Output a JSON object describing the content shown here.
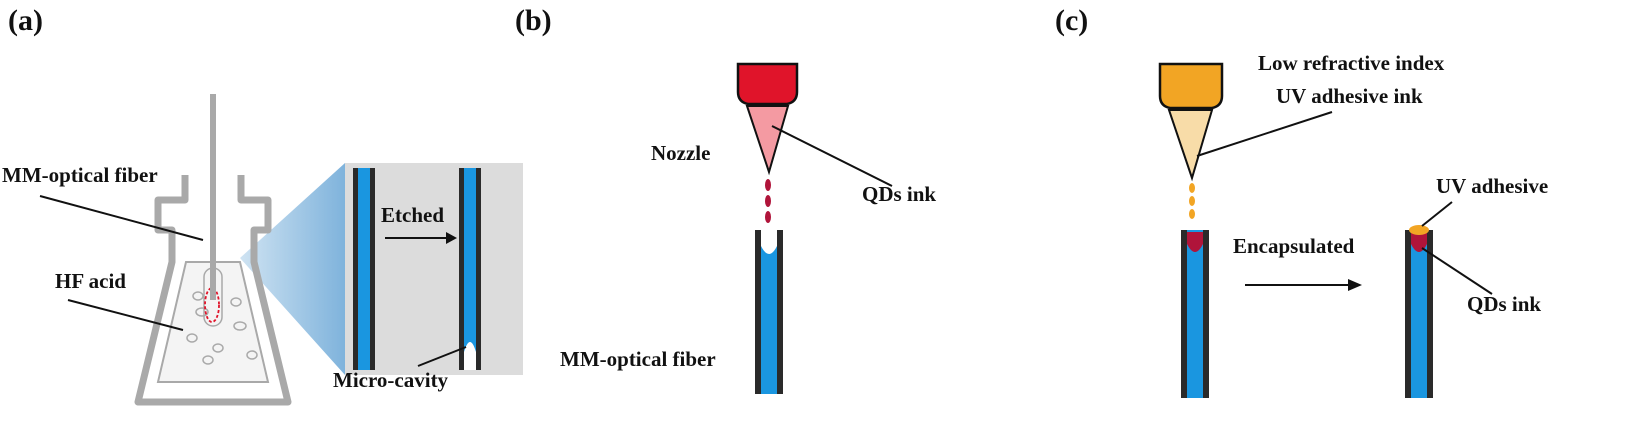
{
  "panel_a": {
    "tag": "(a)",
    "fiber_label": "MM-optical fiber",
    "acid_label": "HF acid",
    "etch_label": "Etched",
    "cavity_label": "Micro-cavity"
  },
  "panel_b": {
    "tag": "(b)",
    "nozzle_label": "Nozzle",
    "ink_label": "QDs ink",
    "fiber_label": "MM-optical fiber"
  },
  "panel_c": {
    "tag": "(c)",
    "ink_line1": "Low refractive index",
    "ink_line2": "UV adhesive ink",
    "adhesive_label": "UV adhesive",
    "process_label": "Encapsulated",
    "qds_label": "QDs ink"
  },
  "colors": {
    "fiber_core": "#1a96e0",
    "fiber_clad": "#2a2a2a",
    "qds_red": "#e0142a",
    "qds_dark": "#b0143a",
    "uv_orange": "#f2a524",
    "uv_light": "#f8dca8",
    "flask_gray": "#a9a9a9",
    "inset_bg": "#dcdcdc"
  }
}
